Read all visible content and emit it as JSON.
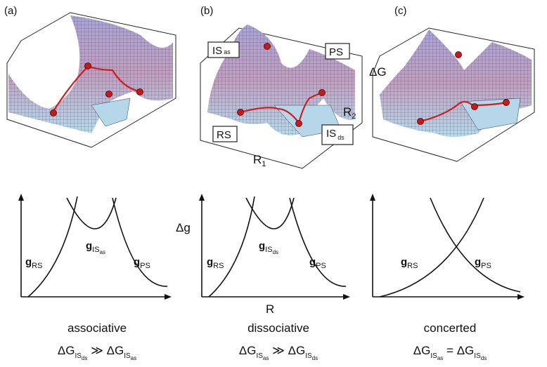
{
  "panels": [
    {
      "label": "(a)",
      "caption": "associative",
      "formula": {
        "lhs_main": "ΔG",
        "lhs_sub": "IS",
        "lhs_subsub": "ds",
        "op": "≫",
        "rhs_main": "ΔG",
        "rhs_sub": "IS",
        "rhs_subsub": "as"
      },
      "curves": {
        "rs": "g",
        "rs_sub": "RS",
        "mid": "g",
        "mid_sub": "IS",
        "mid_subsub": "as",
        "ps": "g",
        "ps_sub": "PS"
      }
    },
    {
      "label": "(b)",
      "caption": "dissociative",
      "formula": {
        "lhs_main": "ΔG",
        "lhs_sub": "IS",
        "lhs_subsub": "as",
        "op": "≫",
        "rhs_main": "ΔG",
        "rhs_sub": "IS",
        "rhs_subsub": "ds"
      },
      "curves": {
        "rs": "g",
        "rs_sub": "RS",
        "mid": "g",
        "mid_sub": "IS",
        "mid_subsub": "ds",
        "ps": "g",
        "ps_sub": "PS"
      },
      "surface_labels": {
        "is_as": "IS",
        "is_as_sub": "as",
        "ps": "PS",
        "rs": "RS",
        "is_ds": "IS",
        "is_ds_sub": "ds",
        "r1": "R",
        "r1_sub": "1",
        "r2": "R",
        "r2_sub": "2"
      },
      "axis_y": "Δg",
      "axis_x": "R"
    },
    {
      "label": "(c)",
      "caption": "concerted",
      "formula": {
        "lhs_main": "ΔG",
        "lhs_sub": "IS",
        "lhs_subsub": "as",
        "op": "=",
        "rhs_main": "ΔG",
        "rhs_sub": "IS",
        "rhs_subsub": "ds"
      },
      "curves": {
        "rs": "g",
        "rs_sub": "RS",
        "ps": "g",
        "ps_sub": "PS"
      },
      "surface_axis": "ΔG"
    }
  ],
  "colors": {
    "path": "#cc1f1f",
    "point": "#c81818",
    "surface_top": "#b99ac4",
    "surface_low": "#b6d6ea",
    "grid": "#3a3a55"
  }
}
